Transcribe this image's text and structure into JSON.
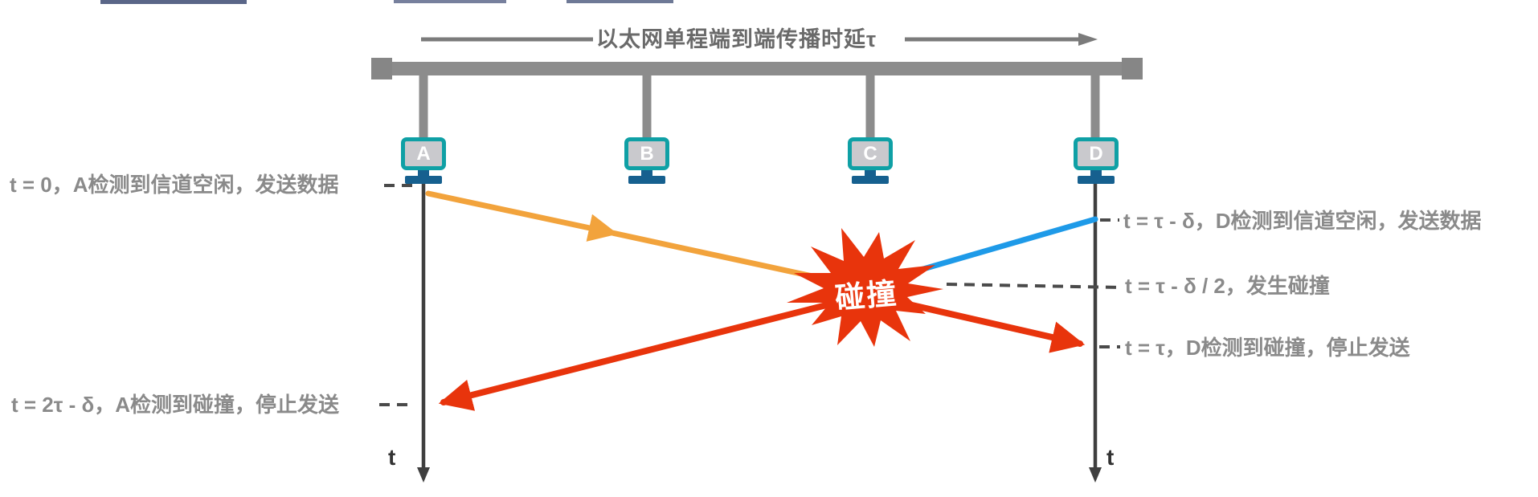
{
  "title": {
    "text": "以太网单程端到端传播时延τ"
  },
  "hosts": [
    {
      "label": "A"
    },
    {
      "label": "B"
    },
    {
      "label": "C"
    },
    {
      "label": "D"
    }
  ],
  "collision": {
    "label": "碰撞"
  },
  "axis": {
    "label": "t"
  },
  "annotations": {
    "a_start": "t = 0，A检测到信道空闲，发送数据",
    "a_stop": "t = 2τ - δ，A检测到碰撞，停止发送",
    "d_start": "t = τ - δ，D检测到信道空闲，发送数据",
    "collision_time": "t = τ - δ / 2，发生碰撞",
    "d_stop": "t = τ，D检测到碰撞，停止发送"
  },
  "colors": {
    "bus_gray": "#8c8c8c",
    "monitor_border_teal": "#0fa0a5",
    "monitor_screen": "#c9c9cd",
    "stand_blue": "#16608f",
    "signal_a_orange": "#f2a33c",
    "signal_d_blue": "#1e9ae8",
    "collision_red": "#e8340c",
    "label_gray": "#8a8a8a",
    "axis_dark": "#3f3f3f"
  }
}
